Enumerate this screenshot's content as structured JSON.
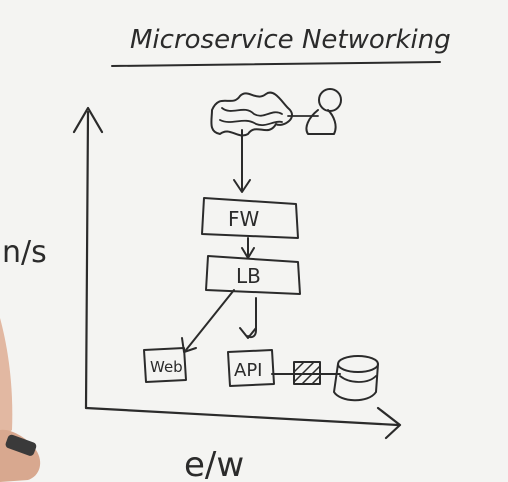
{
  "title": "Microservice Networking",
  "axes": {
    "vertical_label": "n/s",
    "horizontal_label": "e/w"
  },
  "nodes": {
    "firewall": "FW",
    "load_balancer": "LB",
    "web": "Web",
    "api": "API"
  },
  "icons": [
    "cloud-icon",
    "user-icon",
    "database-icon",
    "hatched-box-icon"
  ],
  "colors": {
    "ink": "#2b2b2b",
    "board": "#f4f4f2"
  }
}
